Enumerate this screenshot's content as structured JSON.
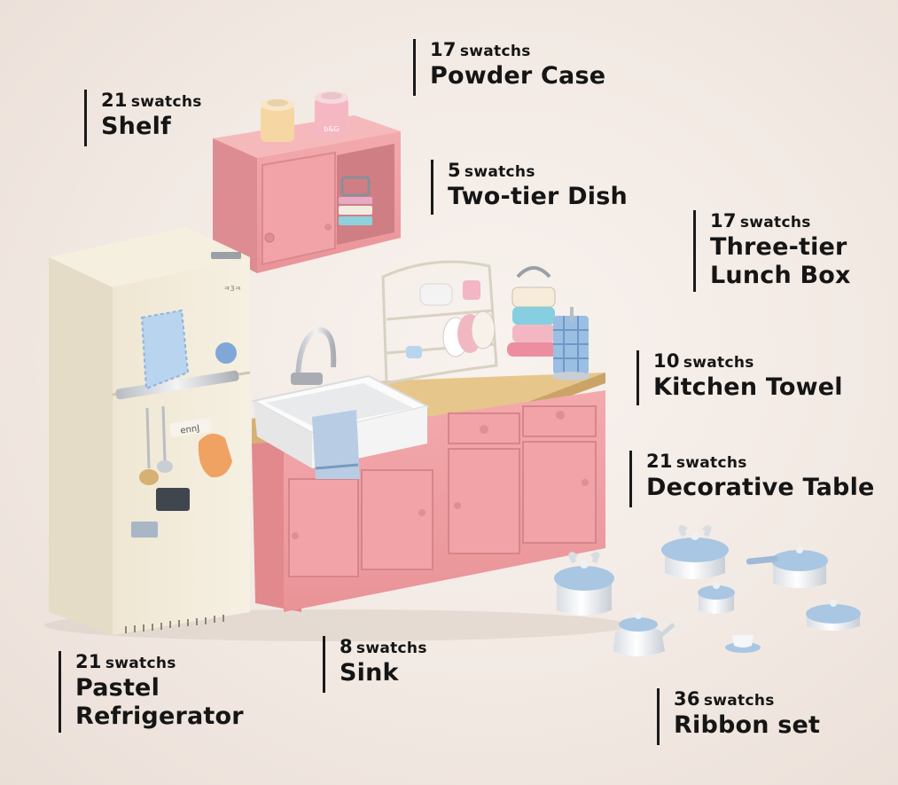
{
  "items": [
    {
      "id": "powder-case",
      "count": "17",
      "unit": "swatchs",
      "name": "Powder Case"
    },
    {
      "id": "shelf",
      "count": "21",
      "unit": "swatchs",
      "name": "Shelf"
    },
    {
      "id": "two-tier-dish",
      "count": "5",
      "unit": "swatchs",
      "name": "Two-tier Dish"
    },
    {
      "id": "three-tier-lunch-box",
      "count": "17",
      "unit": "swatchs",
      "name": "Three-tier\nLunch Box"
    },
    {
      "id": "kitchen-towel",
      "count": "10",
      "unit": "swatchs",
      "name": "Kitchen Towel"
    },
    {
      "id": "decorative-table",
      "count": "21",
      "unit": "swatchs",
      "name": "Decorative Table"
    },
    {
      "id": "pastel-refrigerator",
      "count": "21",
      "unit": "swatchs",
      "name": "Pastel\nRefrigerator"
    },
    {
      "id": "sink",
      "count": "8",
      "unit": "swatchs",
      "name": "Sink"
    },
    {
      "id": "ribbon-set",
      "count": "36",
      "unit": "swatchs",
      "name": "Ribbon set"
    }
  ],
  "colors": {
    "cabinet_pink": "#ee9ea2",
    "fridge_cream": "#f1ead8",
    "countertop_wood": "#e6c68a",
    "cookware_blue": "#a9c6e3"
  },
  "product_lettering": {
    "fridge_brand": "ㅋ3ㅋ",
    "fridge_note": "ennJ",
    "powder_case_label": "b&G"
  }
}
